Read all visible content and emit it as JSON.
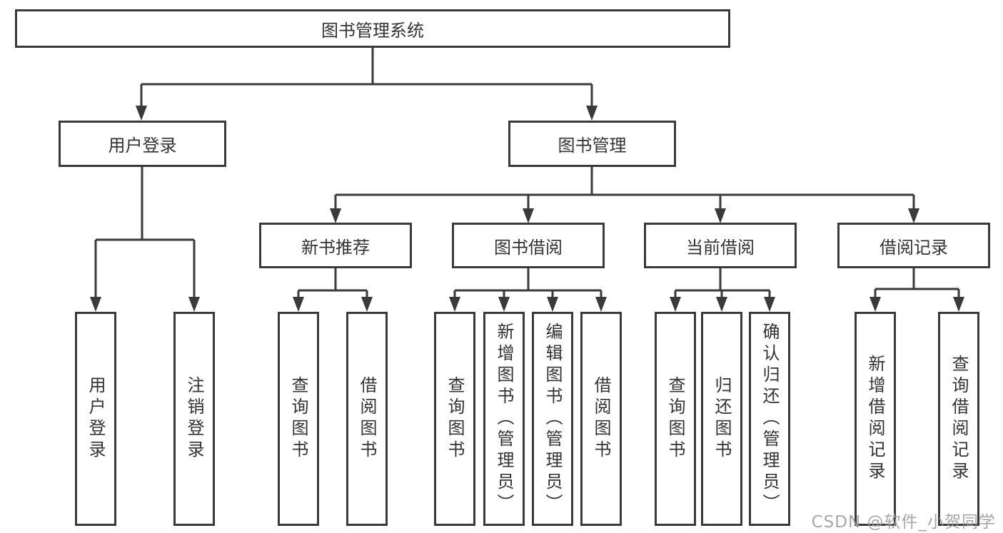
{
  "tree": {
    "root": {
      "label": "图书管理系统"
    },
    "level2": [
      {
        "label": "用户登录",
        "children": [
          "用户登录",
          "注销登录"
        ]
      },
      {
        "label": "图书管理",
        "children": [
          {
            "label": "新书推荐",
            "children": [
              "查询图书",
              "借阅图书"
            ]
          },
          {
            "label": "图书借阅",
            "children": [
              "查询图书",
              "新增图书（管理员）",
              "编辑图书（管理员）",
              "借阅图书"
            ]
          },
          {
            "label": "当前借阅",
            "children": [
              "查询图书",
              "归还图书",
              "确认归还（管理员）"
            ]
          },
          {
            "label": "借阅记录",
            "children": [
              "新增借阅记录",
              "查询借阅记录"
            ]
          }
        ]
      }
    ]
  },
  "watermark": "CSDN @软件_小贺同学",
  "colors": {
    "line": "#3a3a3a",
    "text": "#333333",
    "watermark": "#9e9e9e",
    "background": "#ffffff"
  }
}
